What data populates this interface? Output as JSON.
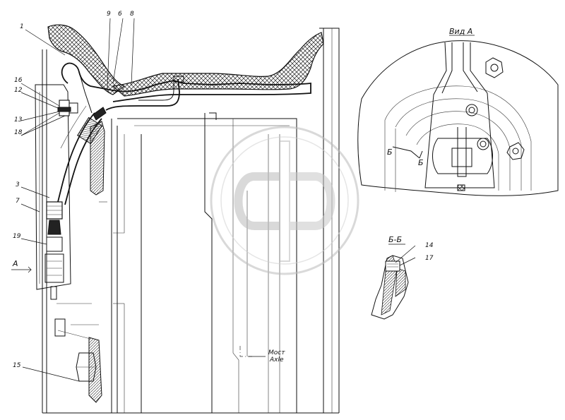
{
  "callouts": {
    "n1": "1",
    "n9": "9",
    "n6": "6",
    "n8": "8",
    "n16": "16",
    "n12": "12",
    "n13": "13",
    "n18": "18",
    "n3": "3",
    "n7": "7",
    "n19": "19",
    "n15": "15",
    "n14": "14",
    "n17": "17"
  },
  "views": {
    "view_a_title": "Вид А",
    "view_a_arrow": "А",
    "section_title": "Б-Б",
    "section_mark_left": "Б",
    "section_mark_right": "Б"
  },
  "axle_label": {
    "ru": "Мост",
    "en": "Axle"
  }
}
